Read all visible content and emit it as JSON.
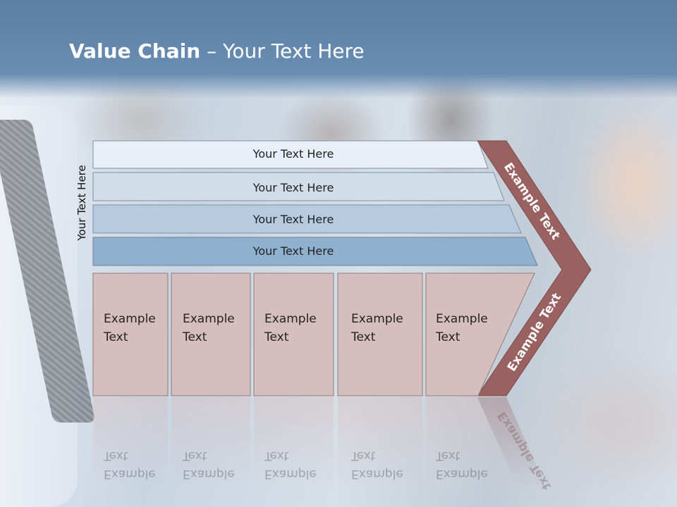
{
  "title": {
    "bold": "Value Chain",
    "rest": " – Your Text Here"
  },
  "side_label": "Your Text Here",
  "bars": [
    {
      "label": "Your Text Here"
    },
    {
      "label": "Your Text Here"
    },
    {
      "label": "Your Text Here"
    },
    {
      "label": "Your Text Here"
    }
  ],
  "boxes": [
    {
      "line1": "Example",
      "line2": "Text"
    },
    {
      "line1": "Example",
      "line2": "Text"
    },
    {
      "line1": "Example",
      "line2": "Text"
    },
    {
      "line1": "Example",
      "line2": "Text"
    },
    {
      "line1": "Example",
      "line2": "Text"
    }
  ],
  "arrow": {
    "upper_label": "Example Text",
    "lower_label": "Example Text"
  },
  "colors": {
    "header": "#5f84aa",
    "bar1": "#e9eff6",
    "bar2": "#d1deea",
    "bar3": "#b6cbdf",
    "bar4": "#8fb0cf",
    "arrow": "#9a6161",
    "box": "#d6bebe"
  }
}
